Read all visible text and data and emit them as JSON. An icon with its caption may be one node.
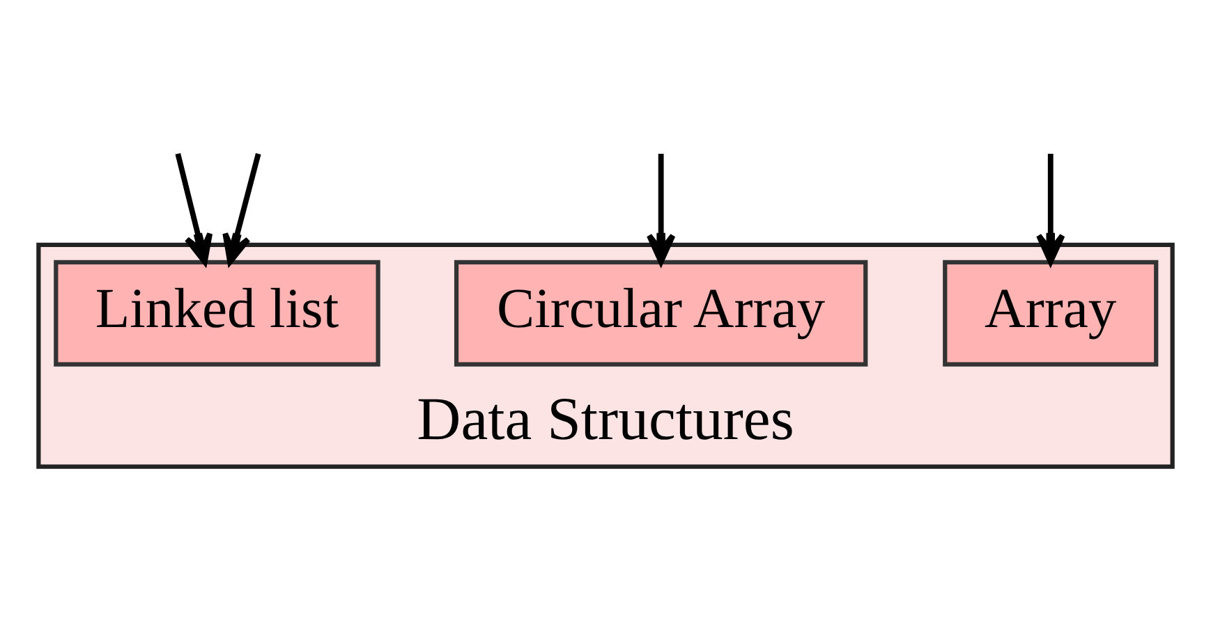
{
  "diagram": {
    "nodes": [
      {
        "text": [
          "Data Structures"
        ]
      },
      {
        "text": [
          "Linked list"
        ],
        "in": 0
      },
      {
        "text": [
          "Circular Array"
        ],
        "in": 0
      },
      {
        "text": [
          "Array"
        ],
        "in": 0
      }
    ],
    "edges": [
      {
        "from": null,
        "to": 1,
        "arrow": "to"
      },
      {
        "from": null,
        "to": 1,
        "arrow": "to"
      },
      {
        "from": null,
        "to": 2,
        "arrow": "to"
      },
      {
        "from": null,
        "to": 3,
        "arrow": "to"
      }
    ]
  }
}
